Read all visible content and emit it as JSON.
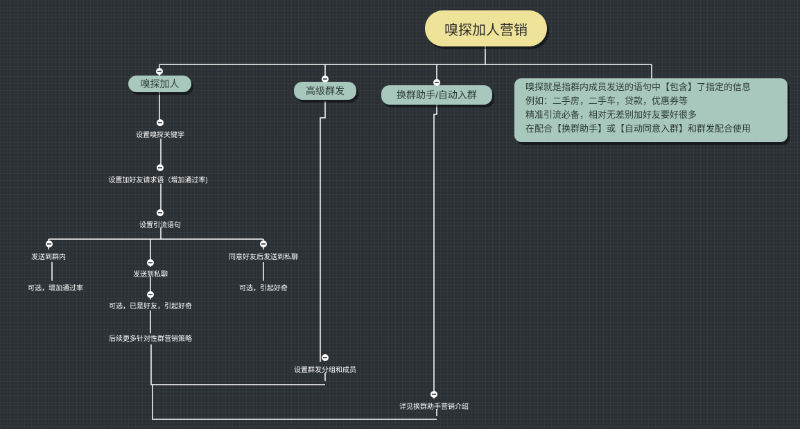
{
  "root": {
    "title": "嗅探加人营销"
  },
  "branches": {
    "sniff": {
      "label": "嗅探加人"
    },
    "advanced_group": {
      "label": "高级群发"
    },
    "group_helper": {
      "label": "换群助手/自动入群"
    }
  },
  "note": {
    "lines": [
      "嗅探就是指群内成员发送的语句中【包含】了指定的信息",
      "例如：二手房，二手车，贷款，优惠券等",
      "精准引流必备，相对无差别加好友要好很多",
      "在配合【换群助手】或【自动同意入群】和群发配合使用"
    ]
  },
  "steps": {
    "set_keyword": "设置嗅探关键字",
    "set_request_msg": "设置加好友请求语（增加通过率)",
    "set_guide_msg": "设置引流语句",
    "send_group": "发送到群内",
    "send_group_note": "可选，增加通过率",
    "send_private": "发送到私聊",
    "send_private_note": "可选，已是好友，引起好奇",
    "followup": "后续更多针对性群营销策略",
    "send_after_accept": "同意好友后发送到私聊",
    "send_after_accept_note": "可选，引起好奇",
    "set_group_members": "设置群发分组和成员",
    "helper_intro": "详见换群助手营销介绍"
  }
}
